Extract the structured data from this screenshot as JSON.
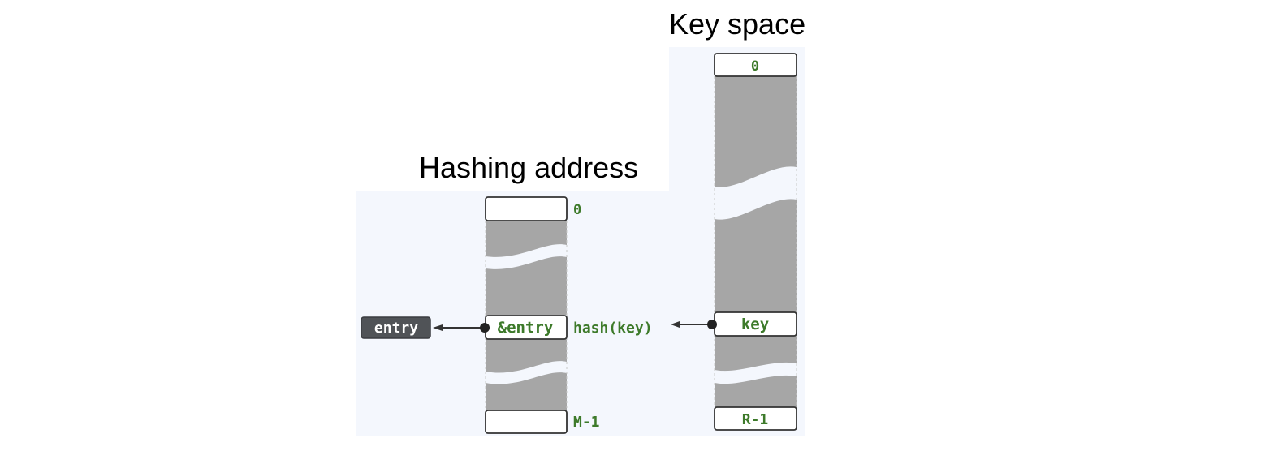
{
  "titles": {
    "hashing_address": "Hashing address",
    "key_space": "Key space"
  },
  "hash_table": {
    "top_index": "0",
    "bottom_index": "M-1",
    "slot_value": "&entry",
    "slot_label": "hash(key)"
  },
  "key_space": {
    "top_cell": "0",
    "key_cell": "key",
    "bottom_cell": "R-1"
  },
  "entry_label": "entry",
  "colors": {
    "panel_bg": "#f4f7fd",
    "band_gray": "#a6a6a6",
    "label_green": "#3d7a2a",
    "entry_bg": "#505357",
    "arrow": "#333333"
  }
}
